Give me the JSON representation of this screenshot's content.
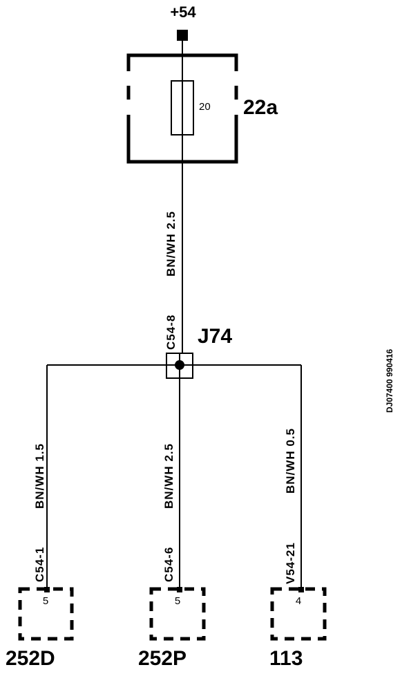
{
  "supply": {
    "label": "+54"
  },
  "fuse_box": {
    "id": "22a",
    "fuse_rating": "20"
  },
  "main_wire": {
    "spec": "BN/WH  2.5",
    "connector": "C54-8"
  },
  "junction": {
    "id": "J74"
  },
  "branches": [
    {
      "wire_spec": "BN/WH  1.5",
      "connector": "C54-1",
      "pin": "5",
      "component": "252D"
    },
    {
      "wire_spec": "BN/WH  2.5",
      "connector": "C54-6",
      "pin": "5",
      "component": "252P"
    },
    {
      "wire_spec": "BN/WH  0.5",
      "connector": "V54-21",
      "pin": "4",
      "component": "113"
    }
  ],
  "doc_ref": "DJ07400 990416"
}
